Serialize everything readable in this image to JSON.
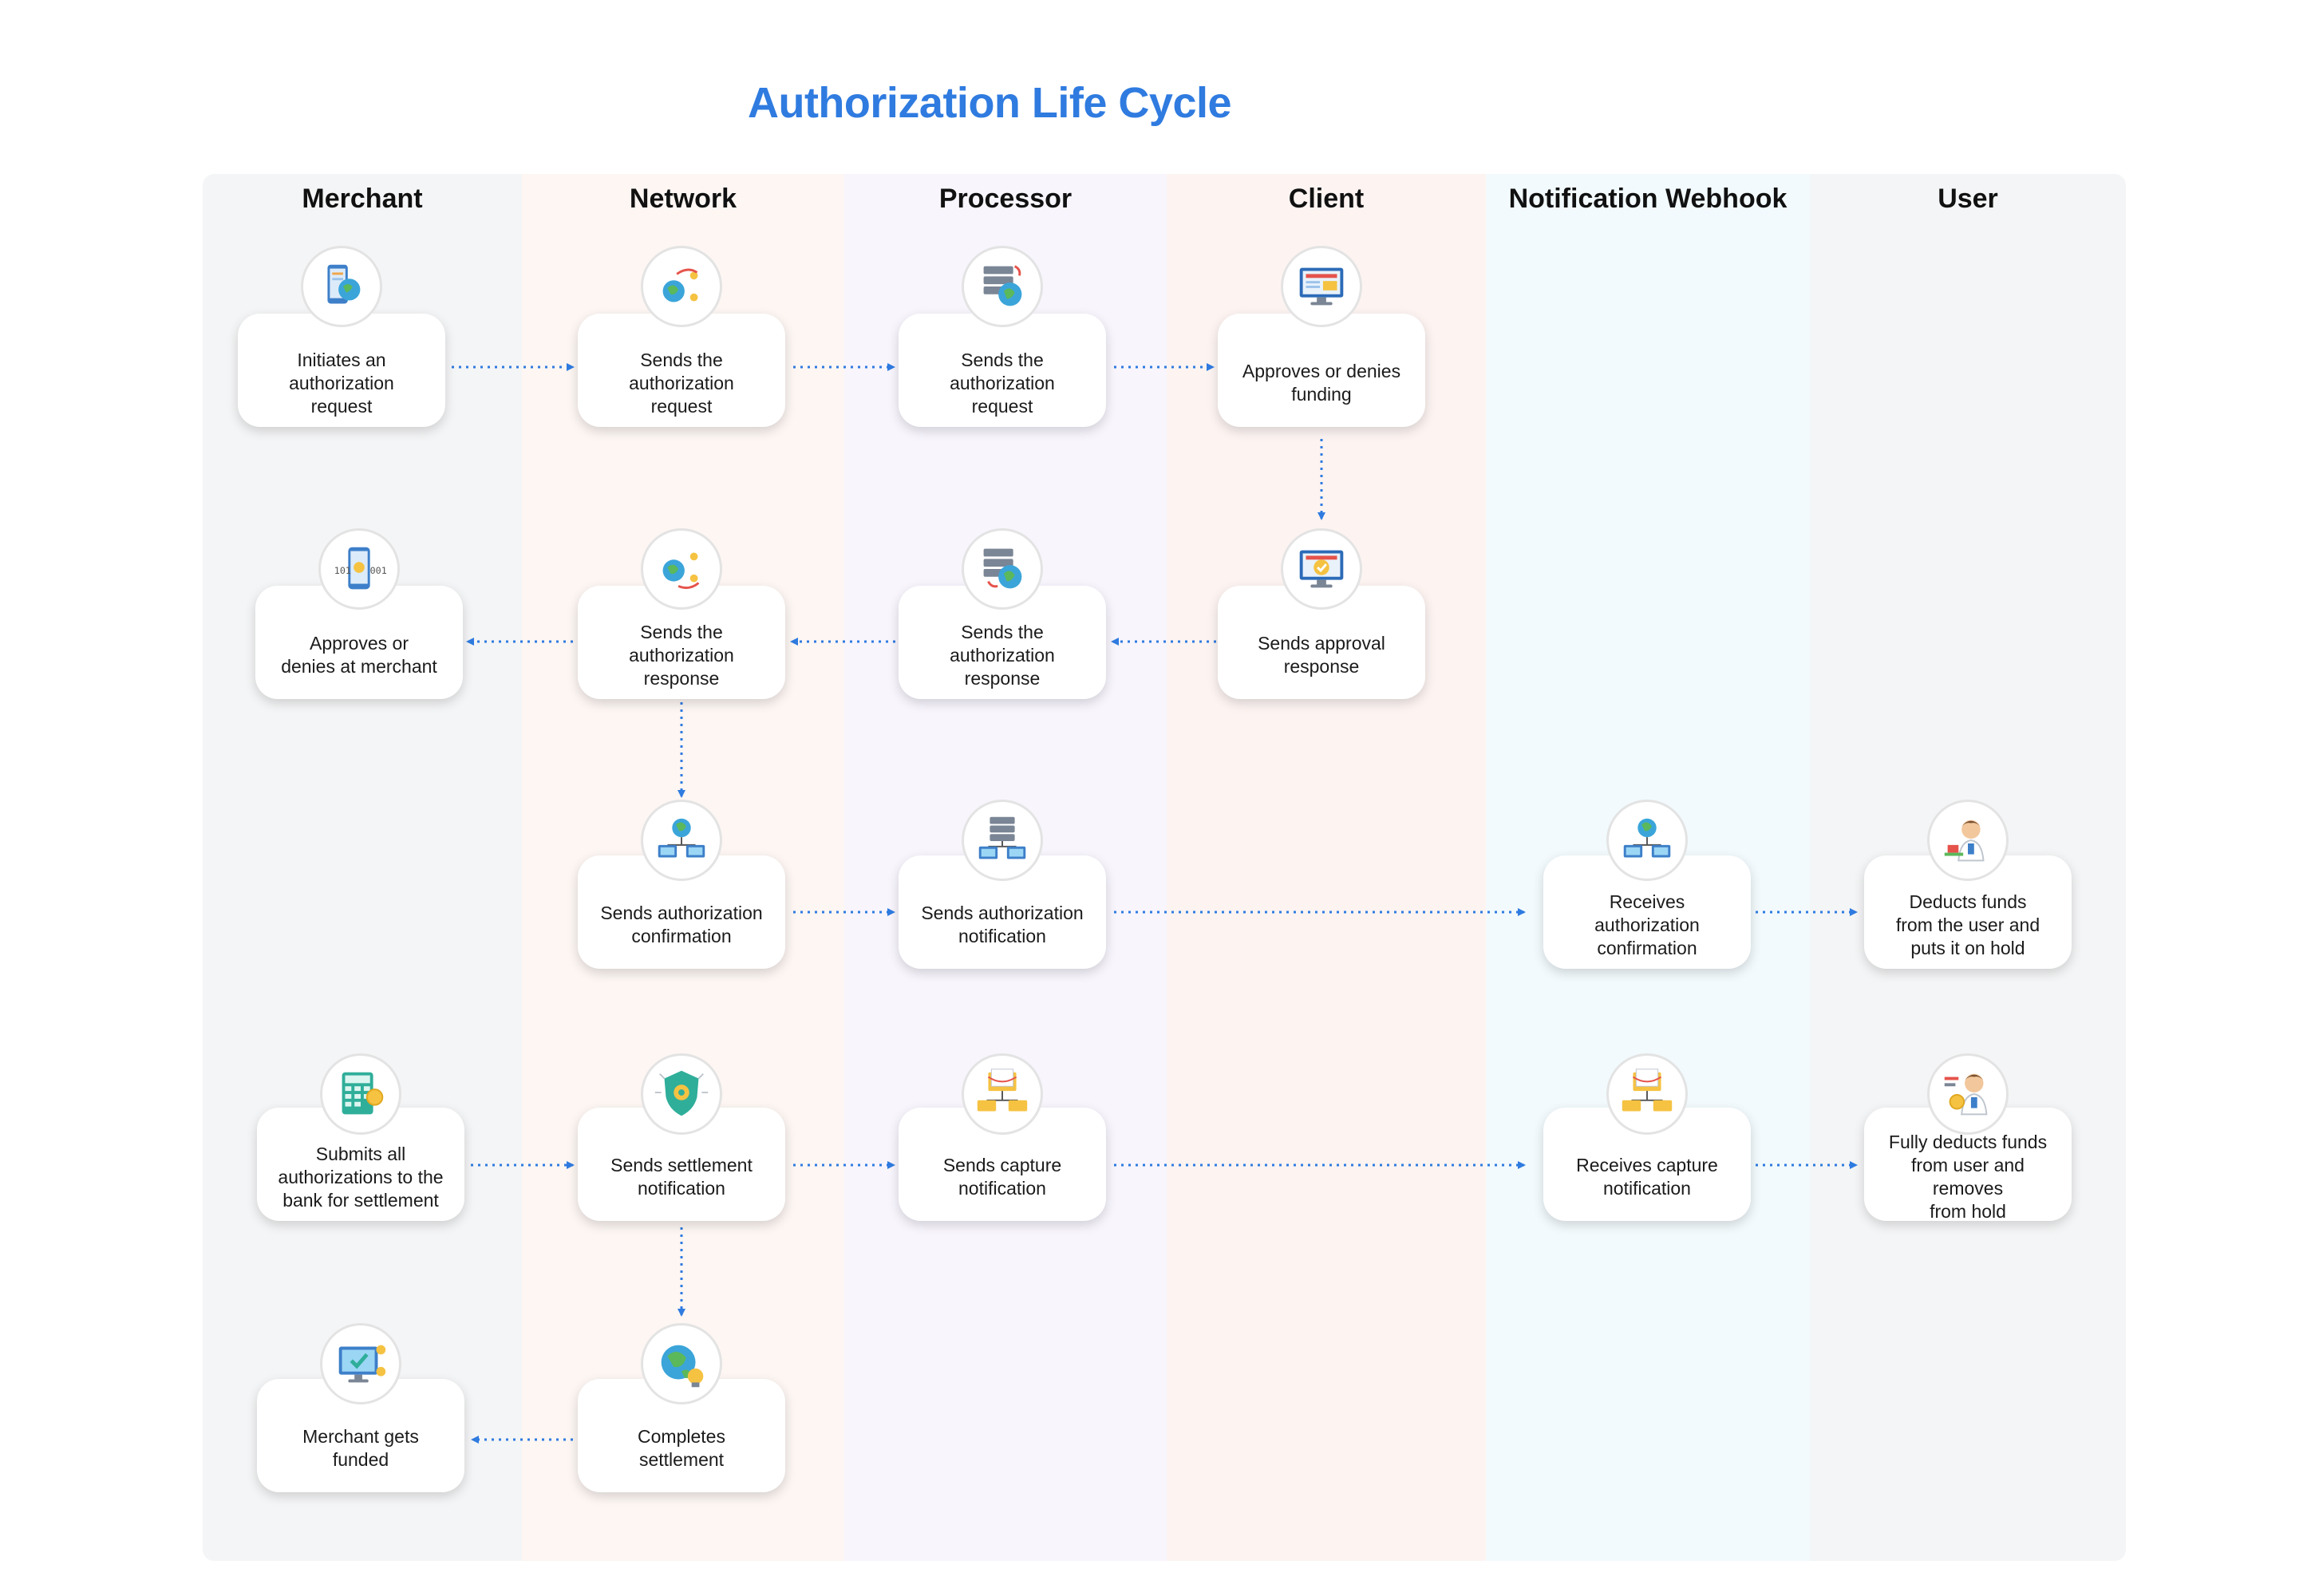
{
  "title": "Authorization Life Cycle",
  "lanes": [
    {
      "name": "Merchant",
      "color": "#F4F5F6"
    },
    {
      "name": "Network",
      "color": "#FDF6F3"
    },
    {
      "name": "Processor",
      "color": "#F8F5FD"
    },
    {
      "name": "Client",
      "color": "#FDF4F2"
    },
    {
      "name": "Notification Webhook",
      "color": "#F2FAFD"
    },
    {
      "name": "User",
      "color": "#F4F5F6"
    }
  ],
  "steps": {
    "merchant_initiates": {
      "label": "Initiates an\nauthorization\nrequest",
      "icon": "mobile-globe-icon"
    },
    "network_sends_request": {
      "label": "Sends the\nauthorization\nrequest",
      "icon": "globe-exchange-icon"
    },
    "processor_sends_request": {
      "label": "Sends the\nauthorization\nrequest",
      "icon": "server-globe-icon"
    },
    "client_approves_funding": {
      "label": "Approves or denies\nfunding",
      "icon": "monitor-icon"
    },
    "client_sends_approval": {
      "label": "Sends approval\nresponse",
      "icon": "monitor-check-icon"
    },
    "processor_sends_response": {
      "label": "Sends the\nauthorization\nresponse",
      "icon": "server-globe-icon"
    },
    "network_sends_response": {
      "label": "Sends the\nauthorization\nresponse",
      "icon": "globe-exchange-icon"
    },
    "merchant_approves": {
      "label": "Approves or\ndenies at merchant",
      "icon": "mobile-binary-icon"
    },
    "network_sends_confirmation": {
      "label": "Sends authorization\nconfirmation",
      "icon": "globe-network-icon"
    },
    "processor_sends_notification": {
      "label": "Sends authorization\nnotification",
      "icon": "server-network-icon"
    },
    "webhook_receives_confirmation": {
      "label": "Receives\nauthorization\nconfirmation",
      "icon": "globe-network-icon"
    },
    "user_deducts_hold": {
      "label": "Deducts funds\nfrom the user and\nputs it on hold",
      "icon": "person-icon"
    },
    "merchant_submits": {
      "label": "Submits all\nauthorizations to the\nbank for settlement",
      "icon": "calculator-coin-icon"
    },
    "network_settlement_notification": {
      "label": "Sends settlement\nnotification",
      "icon": "shield-gear-icon"
    },
    "processor_capture_notification": {
      "label": "Sends capture\nnotification",
      "icon": "folder-network-icon"
    },
    "webhook_receives_capture": {
      "label": "Receives capture\nnotification",
      "icon": "folder-network-icon"
    },
    "user_fully_deducts": {
      "label": "Fully deducts funds\nfrom user and removes\nfrom hold",
      "icon": "person-coin-icon"
    },
    "network_completes_settlement": {
      "label": "Completes\nsettlement",
      "icon": "globe-bulb-icon"
    },
    "merchant_funded": {
      "label": "Merchant gets\nfunded",
      "icon": "monitor-check-icon"
    }
  },
  "colors": {
    "accent": "#2F7BE0",
    "arrow": "#2F7BE0"
  }
}
